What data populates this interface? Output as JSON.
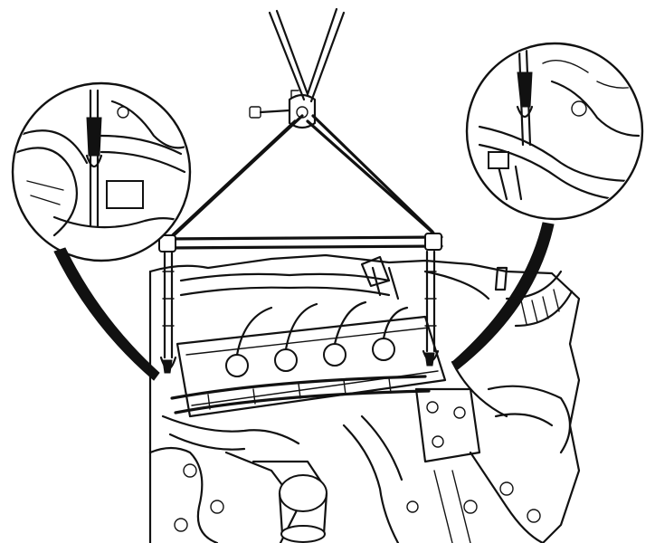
{
  "figure": {
    "components": [
      {
        "id": "lifting-sling",
        "icon": "triangular-lifting-bracket-icon"
      },
      {
        "id": "left-hook-detail",
        "icon": "magnified-circle-detail-icon"
      },
      {
        "id": "right-hook-detail",
        "icon": "magnified-circle-detail-icon"
      },
      {
        "id": "engine-assembly",
        "icon": "diesel-engine-icon"
      }
    ]
  }
}
